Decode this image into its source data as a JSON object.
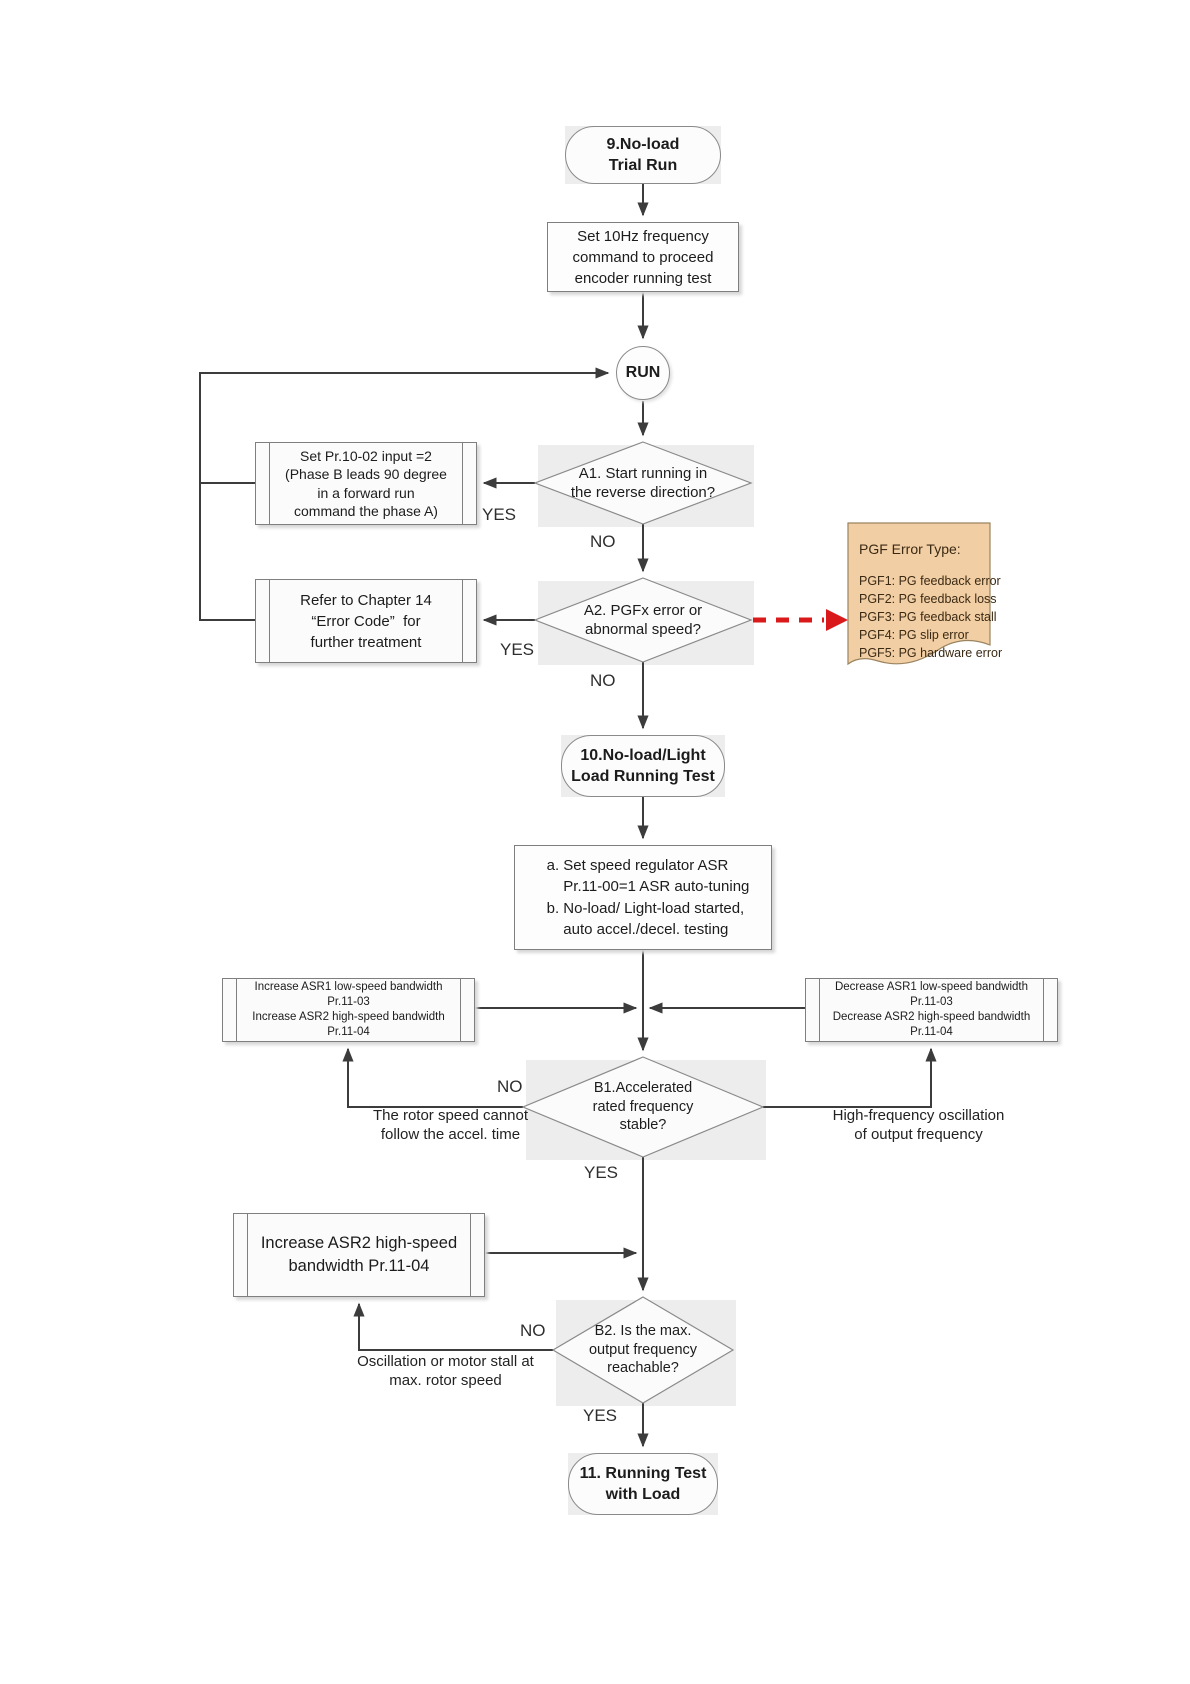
{
  "diagram": {
    "nodes": {
      "start": {
        "text": "9.No-load\nTrial Run"
      },
      "set_freq": {
        "text": "Set 10Hz frequency\ncommand to proceed\nencoder running test"
      },
      "run": {
        "text": "RUN"
      },
      "a1": {
        "text": "A1. Start running in\nthe reverse direction?"
      },
      "set_pr1002": {
        "text": "Set Pr.10-02 input =2\n(Phase B leads 90 degree\nin a forward run\ncommand the phase A)"
      },
      "a2": {
        "text": "A2. PGFx error or\nabnormal speed?"
      },
      "refer_ch14": {
        "text": "Refer to Chapter 14\n“Error Code”  for\nfurther treatment"
      },
      "pgf_note": {
        "title": "PGF Error Type:",
        "items": "PGF1: PG feedback error\nPGF2: PG feedback loss\nPGF3: PG feedback stall\nPGF4: PG slip error\nPGF5: PG hardware error"
      },
      "noload_test": {
        "text": "10.No-load/Light\nLoad Running Test"
      },
      "asr_setup": {
        "text": "a. Set speed regulator ASR\n    Pr.11-00=1 ASR auto-tuning\nb. No-load/ Light-load started,\n    auto accel./decel. testing"
      },
      "increase_asr12": {
        "text": "Increase ASR1 low-speed bandwidth\nPr.11-03\nIncrease ASR2 high-speed bandwidth\nPr.11-04"
      },
      "decrease_asr12": {
        "text": "Decrease ASR1 low-speed bandwidth\nPr.11-03\nDecrease ASR2 high-speed bandwidth\nPr.11-04"
      },
      "b1": {
        "text": "B1.Accelerated\nrated frequency\nstable?"
      },
      "increase_asr2": {
        "text": "Increase ASR2 high-speed\nbandwidth Pr.11-04"
      },
      "b2": {
        "text": "B2. Is the max.\noutput frequency\nreachable?"
      },
      "end": {
        "text": "11. Running Test\nwith Load"
      }
    },
    "labels": {
      "a1_yes": "YES",
      "a1_no": "NO",
      "a2_yes": "YES",
      "a2_no": "NO",
      "b1_no": "NO",
      "b1_yes": "YES",
      "b1_no_note": "The rotor speed cannot\nfollow the accel. time",
      "b1_right_note": "High-frequency oscillation\nof output frequency",
      "b2_no": "NO",
      "b2_yes": "YES",
      "b2_no_note": "Oscillation or motor stall at\nmax. rotor speed"
    },
    "colors": {
      "note_fill": "#f2cea4",
      "note_border": "#9a845f",
      "arrow_red": "#da1a1a",
      "line": "#3c3c3c"
    }
  }
}
